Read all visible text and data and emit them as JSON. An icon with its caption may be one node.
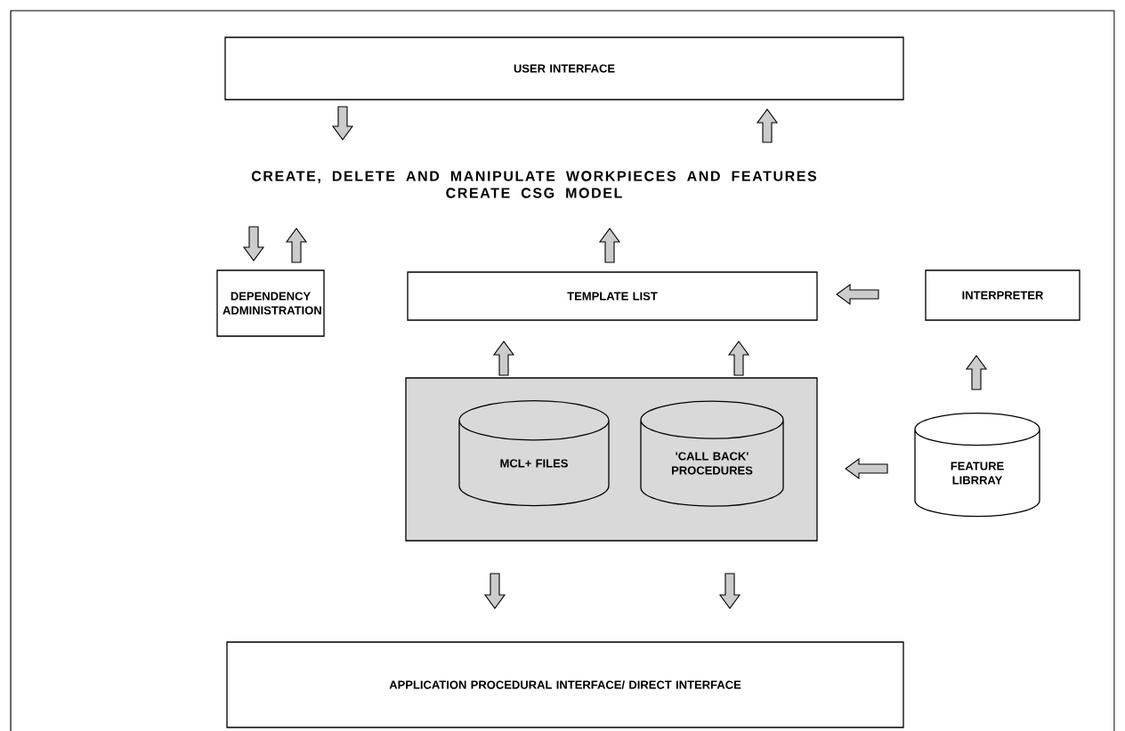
{
  "diagram": {
    "nodes": [
      {
        "text": [
          "USER INTERFACE"
        ]
      },
      {
        "text": [
          "CREATE, DELETE AND MANIPULATE WORKPIECES AND FEATURES",
          "CREATE CSG MODEL"
        ]
      },
      {
        "text": [
          "DEPENDENCY ADMINISTRATION"
        ]
      },
      {
        "text": [
          "TEMPLATE LIST"
        ]
      },
      {
        "text": [
          "INTERPRETER"
        ]
      },
      {
        "text": [],
        "shape": "box"
      },
      {
        "text": [
          "MCL+ FILES"
        ],
        "in": 5
      },
      {
        "text": [
          "'CALL BACK' PROCEDURES"
        ],
        "in": 5
      },
      {
        "text": [
          "FEATURE LIBRRAY"
        ]
      },
      {
        "text": [
          "APPLICATION PROCEDURAL INTERFACE/ DIRECT INTERFACE"
        ]
      }
    ],
    "edges": [
      {
        "from": 0,
        "to": 1,
        "arrow": "to"
      },
      {
        "from": 1,
        "to": 0,
        "arrow": "to"
      },
      {
        "from": 1,
        "to": 2,
        "arrow": "to"
      },
      {
        "from": 2,
        "to": 1,
        "arrow": "to"
      },
      {
        "from": 3,
        "to": 1,
        "arrow": "to"
      },
      {
        "from": 6,
        "to": 3,
        "arrow": "to"
      },
      {
        "from": 7,
        "to": 3,
        "arrow": "to"
      },
      {
        "from": 4,
        "to": 3,
        "arrow": "to"
      },
      {
        "from": 8,
        "to": 4,
        "arrow": "to"
      },
      {
        "from": 8,
        "to": 5,
        "arrow": "to"
      },
      {
        "from": 5,
        "to": 9,
        "arrow": "to"
      },
      {
        "from": 5,
        "to": 9,
        "arrow": "to"
      }
    ]
  }
}
